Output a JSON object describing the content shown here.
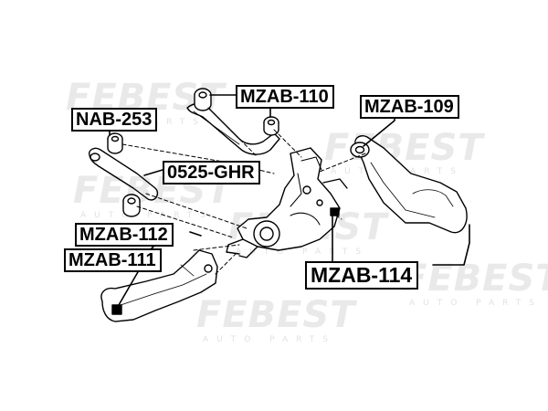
{
  "watermark": {
    "brand": "FEBEST",
    "sub": "AUTO PARTS"
  },
  "labels": {
    "mzab_110": "MZAB-110",
    "mzab_109": "MZAB-109",
    "nab_253": "NAB-253",
    "ghr_0525": "0525-GHR",
    "mzab_112": "MZAB-112",
    "mzab_111": "MZAB-111",
    "mzab_114": "MZAB-114"
  },
  "colors": {
    "line": "#000000",
    "label_border": "#000000",
    "watermark": "#e9e9e9"
  }
}
